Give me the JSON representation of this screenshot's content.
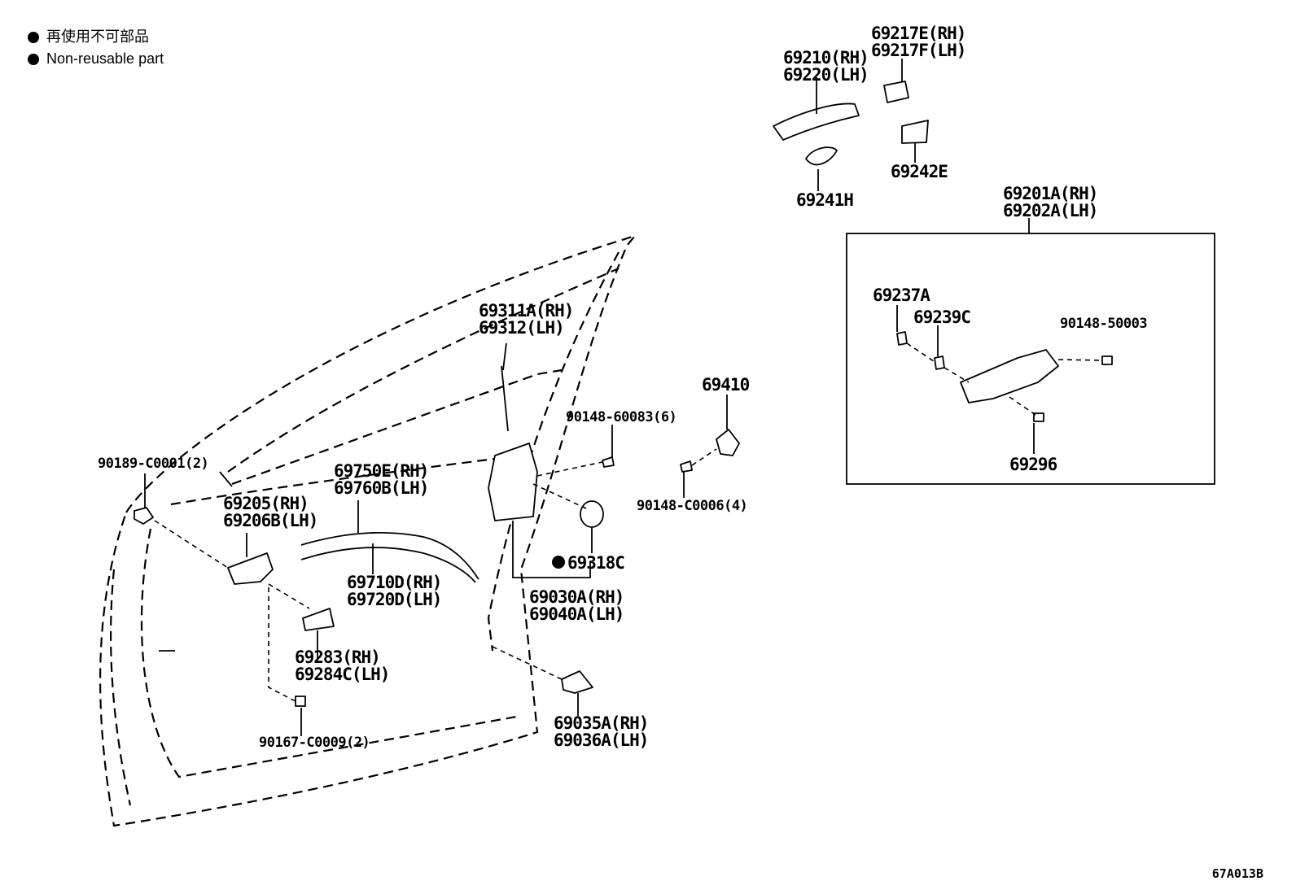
{
  "legend": {
    "items": [
      {
        "jp": "再使用不可部品"
      },
      {
        "en": "Non-reusable part"
      }
    ]
  },
  "labels": {
    "p69217E": "69217E(RH)",
    "p69217F": "69217F(LH)",
    "p69210": "69210(RH)",
    "p69220": "69220(LH)",
    "p69241H": "69241H",
    "p69242E": "69242E",
    "p69201A": "69201A(RH)",
    "p69202A": "69202A(LH)",
    "p69237A": "69237A",
    "p69239C": "69239C",
    "p90148_50003": "90148-50003",
    "p69296": "69296",
    "p69311A": "69311A(RH)",
    "p69312": "69312(LH)",
    "p69410": "69410",
    "p90148_60083": "90148-60083(6)",
    "p90148_C0006": "90148-C0006(4)",
    "p90189": "90189-C0001(2)",
    "p69750E": "69750E(RH)",
    "p69760B": "69760B(LH)",
    "p69205": "69205(RH)",
    "p69206B": "69206B(LH)",
    "p69710D": "69710D(RH)",
    "p69720D": "69720D(LH)",
    "p69318C": "69318C",
    "p69030A": "69030A(RH)",
    "p69040A": "69040A(LH)",
    "p69283": "69283(RH)",
    "p69284C": "69284C(LH)",
    "p90167": "90167-C0009(2)",
    "p69035A": "69035A(RH)",
    "p69036A": "69036A(LH)"
  },
  "diagram_ref": "67A013B"
}
